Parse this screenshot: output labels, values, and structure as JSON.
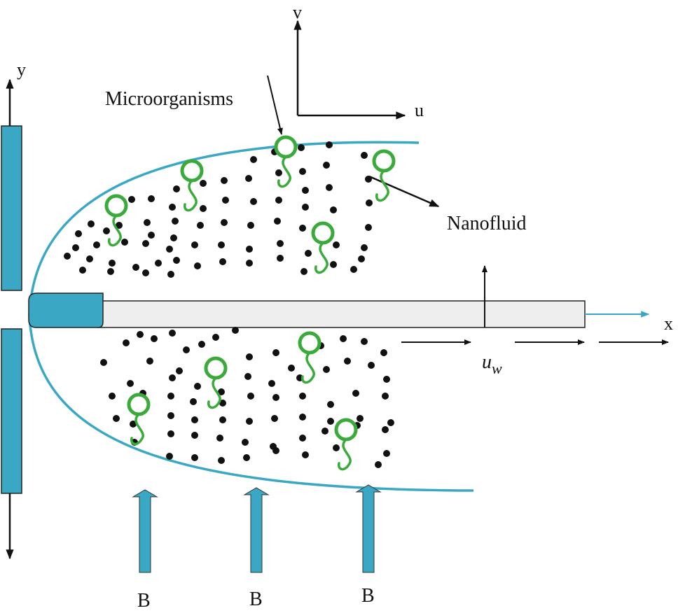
{
  "labels": {
    "y_axis": "y",
    "v_axis": "v",
    "u_axis": "u",
    "x_axis": "x",
    "microorganisms": "Microorganisms",
    "nanofluid": "Nanofluid",
    "wall_velocity": "u",
    "wall_velocity_sub": "w",
    "magnetic_field": [
      "B",
      "B",
      "B"
    ]
  },
  "colors": {
    "wall": "#3aa8c4",
    "boundary": "#3aa8c4",
    "sheet": "#eeeeee",
    "microorganism": "#3aaa3a",
    "nanoparticle": "#111111",
    "arrow": "#111111"
  }
}
